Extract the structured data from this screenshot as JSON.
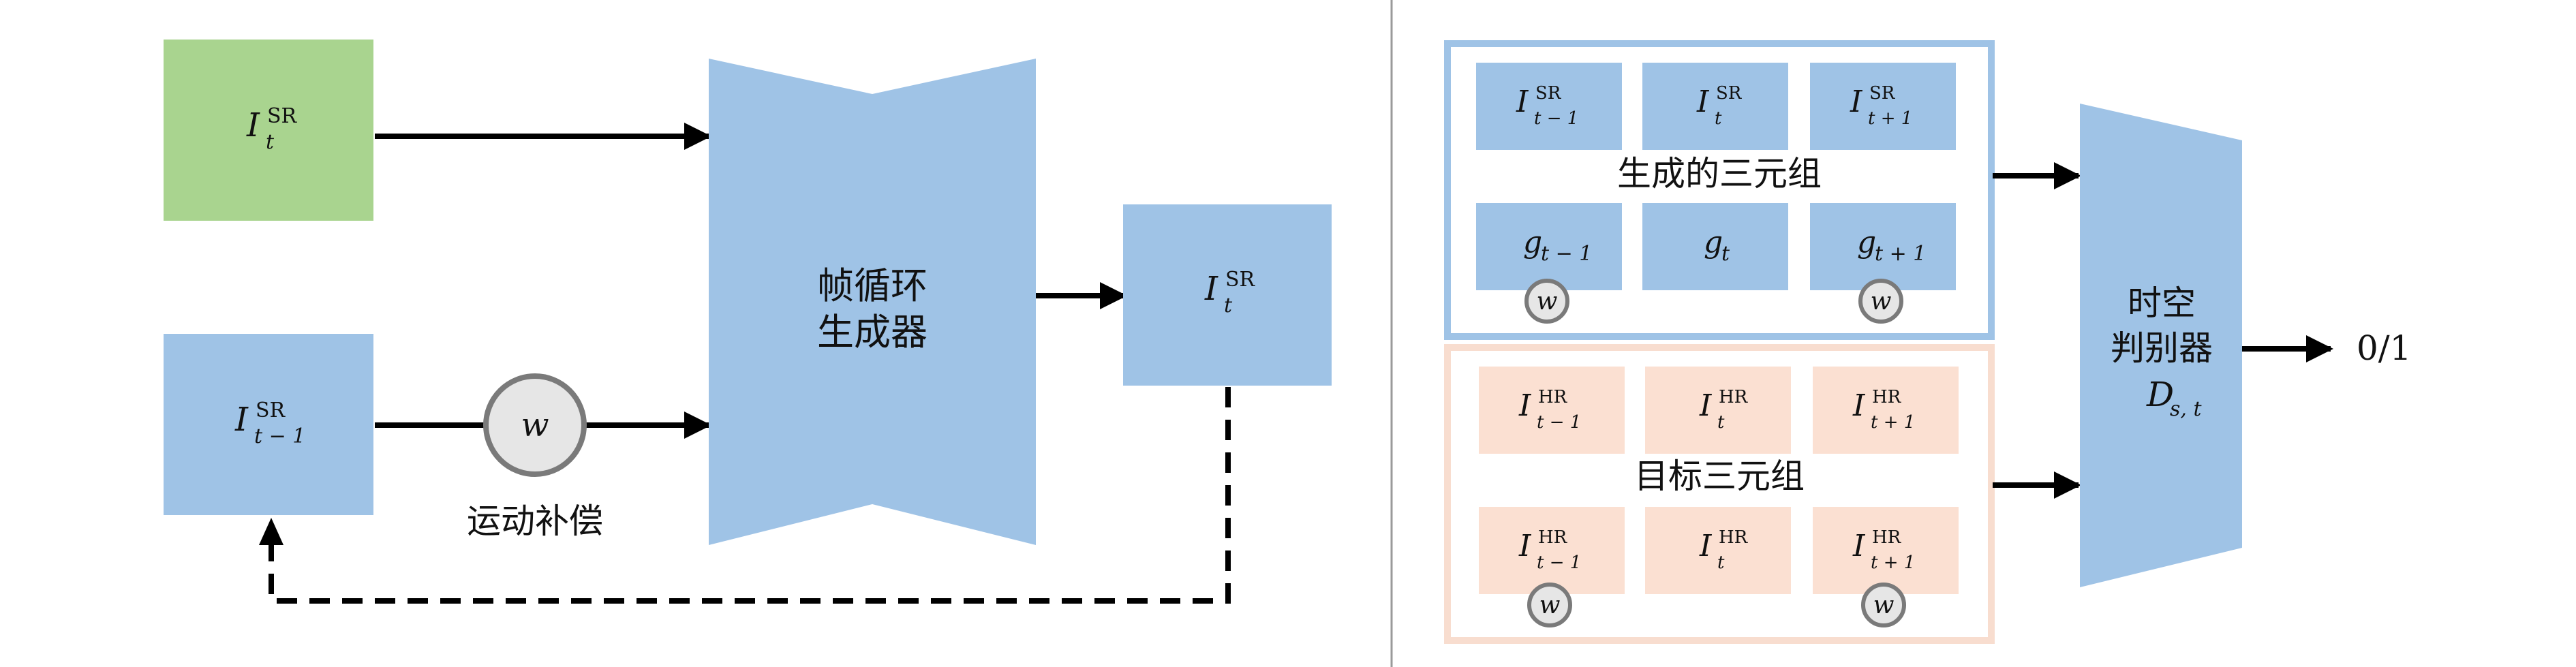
{
  "left": {
    "current_frame": {
      "sym": "I",
      "sup": "SR",
      "sub": "t"
    },
    "prev_frame": {
      "sym": "I",
      "sup": "SR",
      "sub": "t − 1"
    },
    "warp_symbol": "w",
    "warp_label": "运动补偿",
    "generator_label_line1": "帧循环",
    "generator_label_line2": "生成器",
    "output_frame": {
      "sym": "I",
      "sup": "SR",
      "sub": "t"
    }
  },
  "right": {
    "generated_triplet": {
      "label": "生成的三元组",
      "top": [
        {
          "sym": "I",
          "sup": "SR",
          "sub": "t − 1"
        },
        {
          "sym": "I",
          "sup": "SR",
          "sub": "t"
        },
        {
          "sym": "I",
          "sup": "SR",
          "sub": "t + 1"
        }
      ],
      "bottom": [
        {
          "sym": "g",
          "sup": "",
          "sub": "t − 1"
        },
        {
          "sym": "g",
          "sup": "",
          "sub": "t"
        },
        {
          "sym": "g",
          "sup": "",
          "sub": "t + 1"
        }
      ],
      "warp_symbol": "w"
    },
    "target_triplet": {
      "label": "目标三元组",
      "top": [
        {
          "sym": "I",
          "sup": "HR",
          "sub": "t − 1"
        },
        {
          "sym": "I",
          "sup": "HR",
          "sub": "t"
        },
        {
          "sym": "I",
          "sup": "HR",
          "sub": "t + 1"
        }
      ],
      "bottom": [
        {
          "sym": "I",
          "sup": "HR",
          "sub": "t − 1"
        },
        {
          "sym": "I",
          "sup": "HR",
          "sub": "t"
        },
        {
          "sym": "I",
          "sup": "HR",
          "sub": "t + 1"
        }
      ],
      "warp_symbol": "w"
    },
    "discriminator_line1": "时空",
    "discriminator_line2": "判别器",
    "discriminator_sym": "D",
    "discriminator_sub": "s, t",
    "output": "0/1"
  },
  "colors": {
    "blue": "#9fc3e6",
    "green": "#a9d48f",
    "peach": "#fbe0d2",
    "blue_border": "#9fc3e6",
    "peach_border": "#f8ddcf",
    "circle_fill": "#e6e6e6",
    "circle_stroke": "#7a7a7a"
  }
}
